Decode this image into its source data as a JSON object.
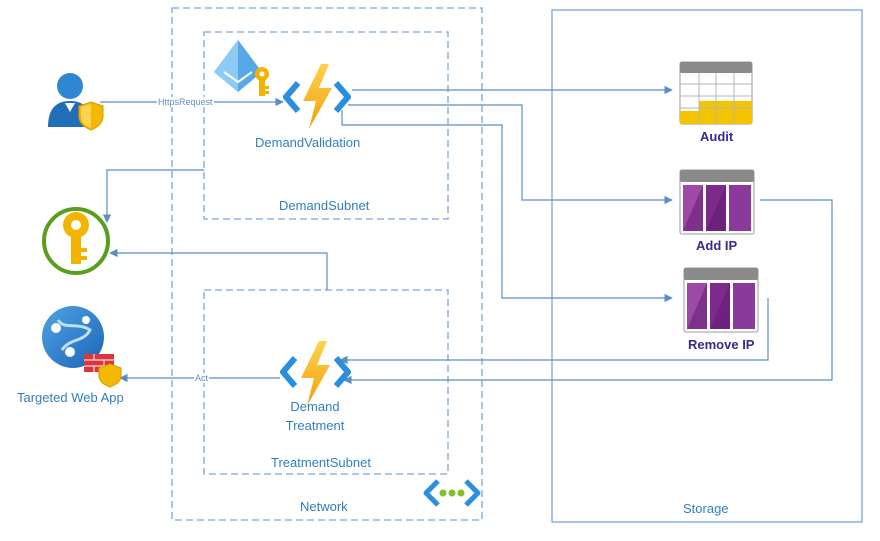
{
  "boundaries": {
    "network": "Network",
    "demand_subnet": "DemandSubnet",
    "treatment_subnet": "TreatmentSubnet",
    "storage": "Storage"
  },
  "nodes": {
    "demand_validation": "DemandValidation",
    "demand_treatment_line1": "Demand",
    "demand_treatment_line2": "Treatment",
    "targeted_web_app": "Targeted Web App",
    "audit": "Audit",
    "add_ip": "Add IP",
    "remove_ip": "Remove IP"
  },
  "edges": {
    "https_request": "HttpsRequest",
    "act": "Act"
  },
  "icons": {
    "user": "user-shield-icon",
    "entra": "entra-id-key-icon",
    "function": "azure-function-icon",
    "key_vault": "key-vault-icon",
    "web_app": "web-app-firewall-icon",
    "table": "storage-table-icon",
    "queue": "storage-queue-icon",
    "vnet": "virtual-network-icon"
  },
  "colors": {
    "connector": "#5b8fc4",
    "boundary": "#7aa7d6",
    "label_blue": "#2f7fc0",
    "label_purple": "#3a2a8a",
    "function_yellow": "#f8c516",
    "queue_purple": "#8a3a9a"
  }
}
